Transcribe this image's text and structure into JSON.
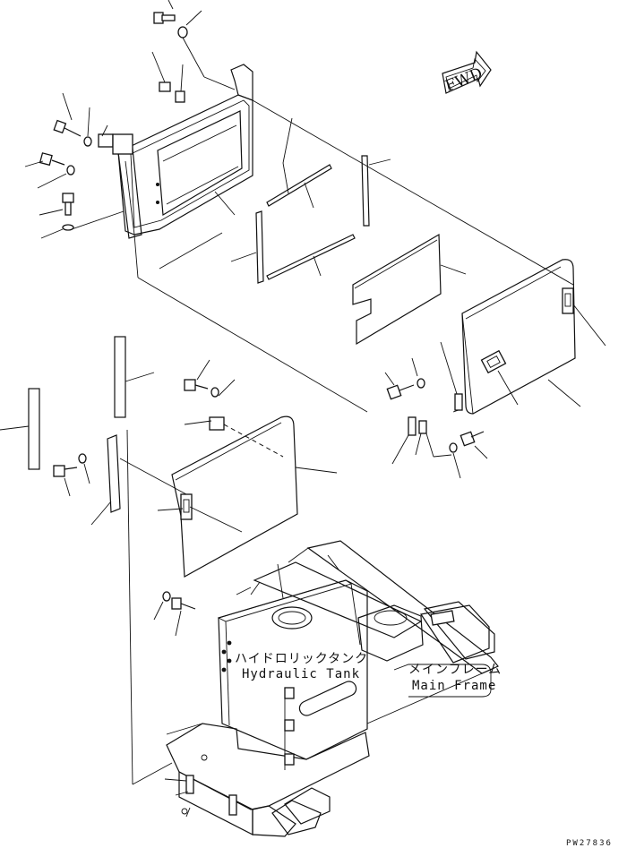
{
  "labels": {
    "fwd": "FWD",
    "hydraulic_tank_jp": "ハイドロリックタンク",
    "hydraulic_tank_en": "Hydraulic Tank",
    "main_frame_jp": "メインフレーム",
    "main_frame_en": "Main Frame",
    "drawing_code": "PW27836"
  }
}
